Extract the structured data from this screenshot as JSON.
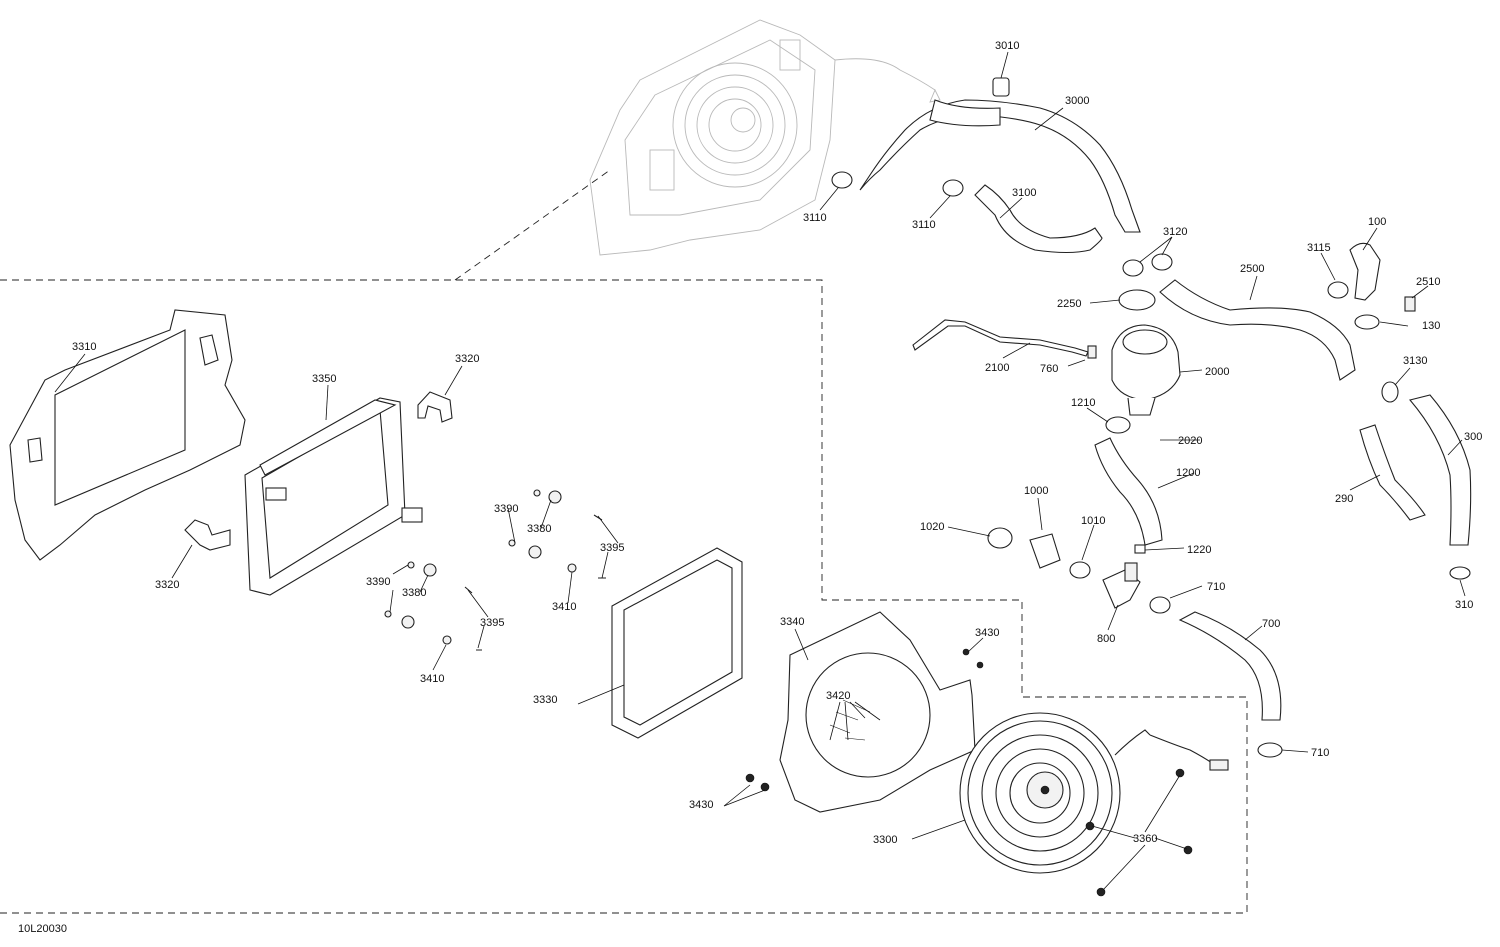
{
  "diagram": {
    "code": "10L20030",
    "labels": [
      "3010",
      "3000",
      "3110",
      "3110",
      "3100",
      "3120",
      "100",
      "3115",
      "2500",
      "2510",
      "130",
      "2250",
      "2100",
      "760",
      "2000",
      "3130",
      "1210",
      "2020",
      "1200",
      "300",
      "290",
      "1000",
      "1020",
      "1010",
      "1220",
      "710",
      "310",
      "800",
      "700",
      "710",
      "3310",
      "3320",
      "3350",
      "3390",
      "3380",
      "3395",
      "3320",
      "3390",
      "3380",
      "3410",
      "3395",
      "3410",
      "3330",
      "3340",
      "3430",
      "3420",
      "3430",
      "3300",
      "3360"
    ]
  }
}
